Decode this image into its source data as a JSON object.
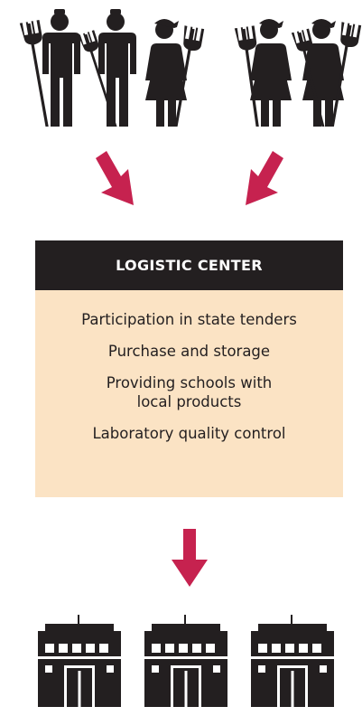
{
  "center": {
    "title": "LOGISTIC CENTER",
    "activities": [
      "Participation in state tenders",
      "Purchase and storage",
      "Providing schools with\nlocal products",
      "Laboratory quality control"
    ]
  },
  "colors": {
    "arrow": "#c6224f",
    "dark": "#231f20",
    "box_fill": "#fbe3c4"
  },
  "icons": {
    "farmers": [
      "farmer-man-pitchfork-icon",
      "farmer-man-pitchfork-icon",
      "farmer-woman-pitchfork-icon",
      "farmer-woman-pitchfork-icon",
      "farmer-woman-pitchfork-icon"
    ],
    "schools": [
      "school-building-icon",
      "school-building-icon",
      "school-building-icon"
    ]
  }
}
